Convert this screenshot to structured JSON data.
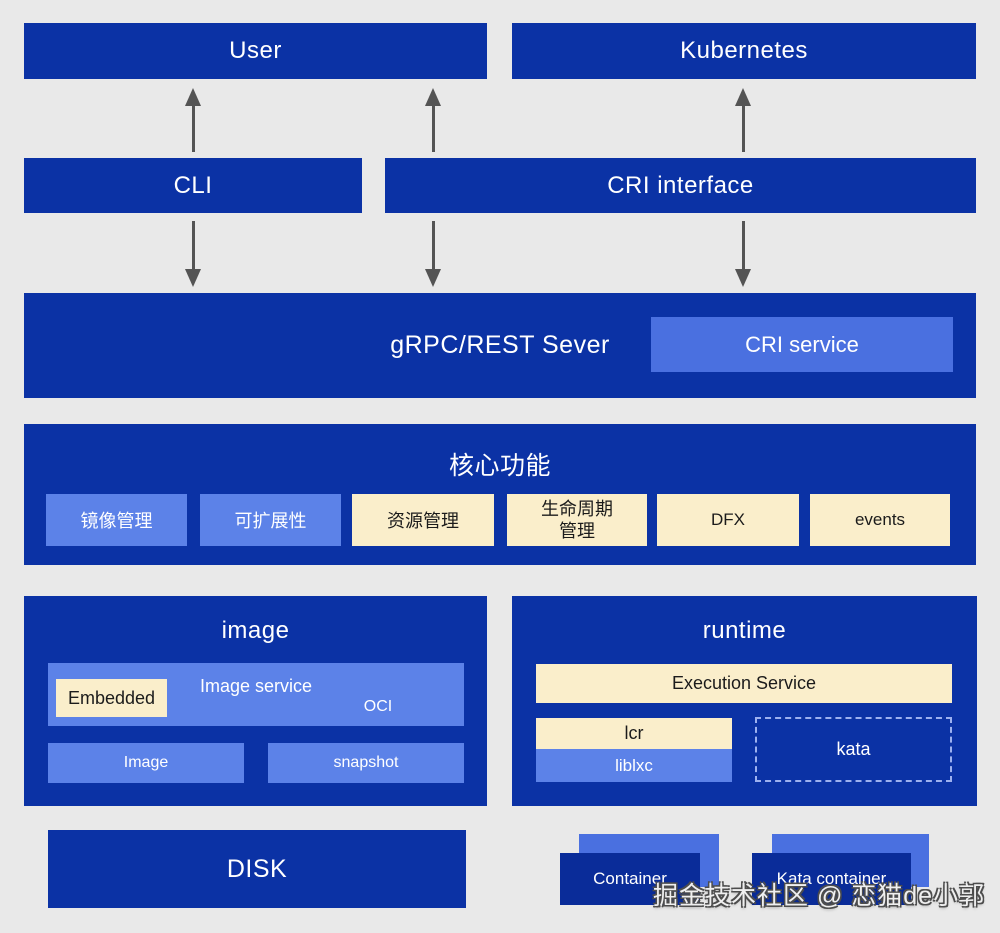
{
  "palette": {
    "background": "#e9e9e9",
    "dark_blue": "#0b32a5",
    "navy_blue": "#0a2c99",
    "medium_blue": "#4a70e0",
    "light_blue": "#5c82e8",
    "cream": "#faeecb",
    "arrow_gray": "#545454",
    "dashed_border": "#9db1f0"
  },
  "top": {
    "user": "User",
    "kubernetes": "Kubernetes",
    "cli": "CLI",
    "cri_interface": "CRI interface"
  },
  "server": {
    "title": "gRPC/REST Sever",
    "cri_service": "CRI service"
  },
  "core": {
    "title": "核心功能",
    "items": [
      {
        "label": "镜像管理",
        "style": "blue"
      },
      {
        "label": "可扩展性",
        "style": "blue"
      },
      {
        "label": "资源管理",
        "style": "cream"
      },
      {
        "label": "生命周期管理",
        "style": "cream"
      },
      {
        "label": "DFX",
        "style": "cream"
      },
      {
        "label": "events",
        "style": "cream"
      }
    ]
  },
  "image_module": {
    "title": "image",
    "embedded": "Embedded",
    "image_service": "Image service",
    "oci": "OCI",
    "image": "Image",
    "snapshot": "snapshot"
  },
  "runtime_module": {
    "title": "runtime",
    "execution_service": "Execution Service",
    "lcr": "lcr",
    "liblxc": "liblxc",
    "kata": "kata"
  },
  "bottom": {
    "disk": "DISK",
    "container": "Container",
    "kata_container": "Kata container"
  },
  "watermark": "掘金技术社区 @ 恋猫de小郭"
}
